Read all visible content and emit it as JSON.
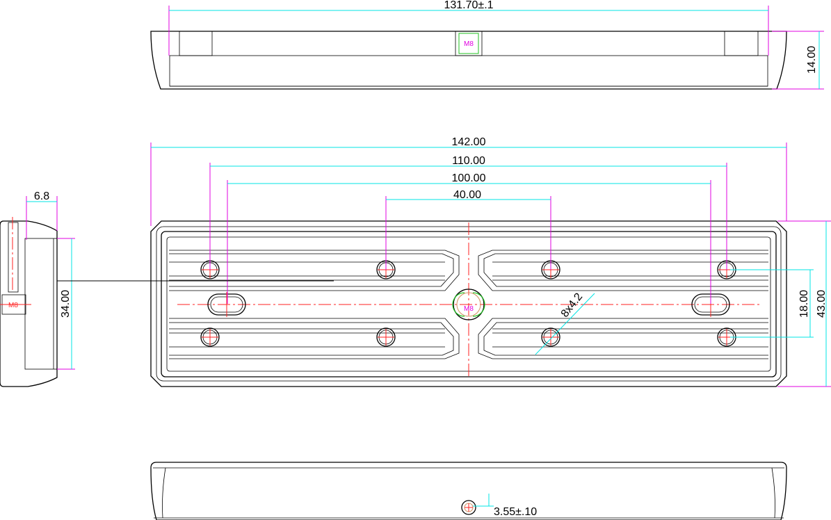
{
  "drawing": {
    "top_view": {
      "length_dim": "131.70±.1",
      "height_dim": "14.00",
      "thread_label": "M8"
    },
    "plan_view": {
      "overall_length_dim": "142.00",
      "hole_spacing_outer_dim": "110.00",
      "slot_spacing_dim": "100.00",
      "hole_spacing_inner_dim": "40.00",
      "overall_width_dim": "43.00",
      "hole_row_spacing_dim": "18.00",
      "hole_callout": "8x4.2",
      "center_thread_label": "M8"
    },
    "side_view": {
      "wall_dim": "6.8",
      "inner_width_dim": "34.00",
      "thread_label": "M8"
    },
    "bottom_view": {
      "hole_offset_dim": "3.55±.10"
    },
    "colors": {
      "dimension": "#00e5e5",
      "extension": "#e000e0",
      "centerline": "#ff2020"
    }
  }
}
